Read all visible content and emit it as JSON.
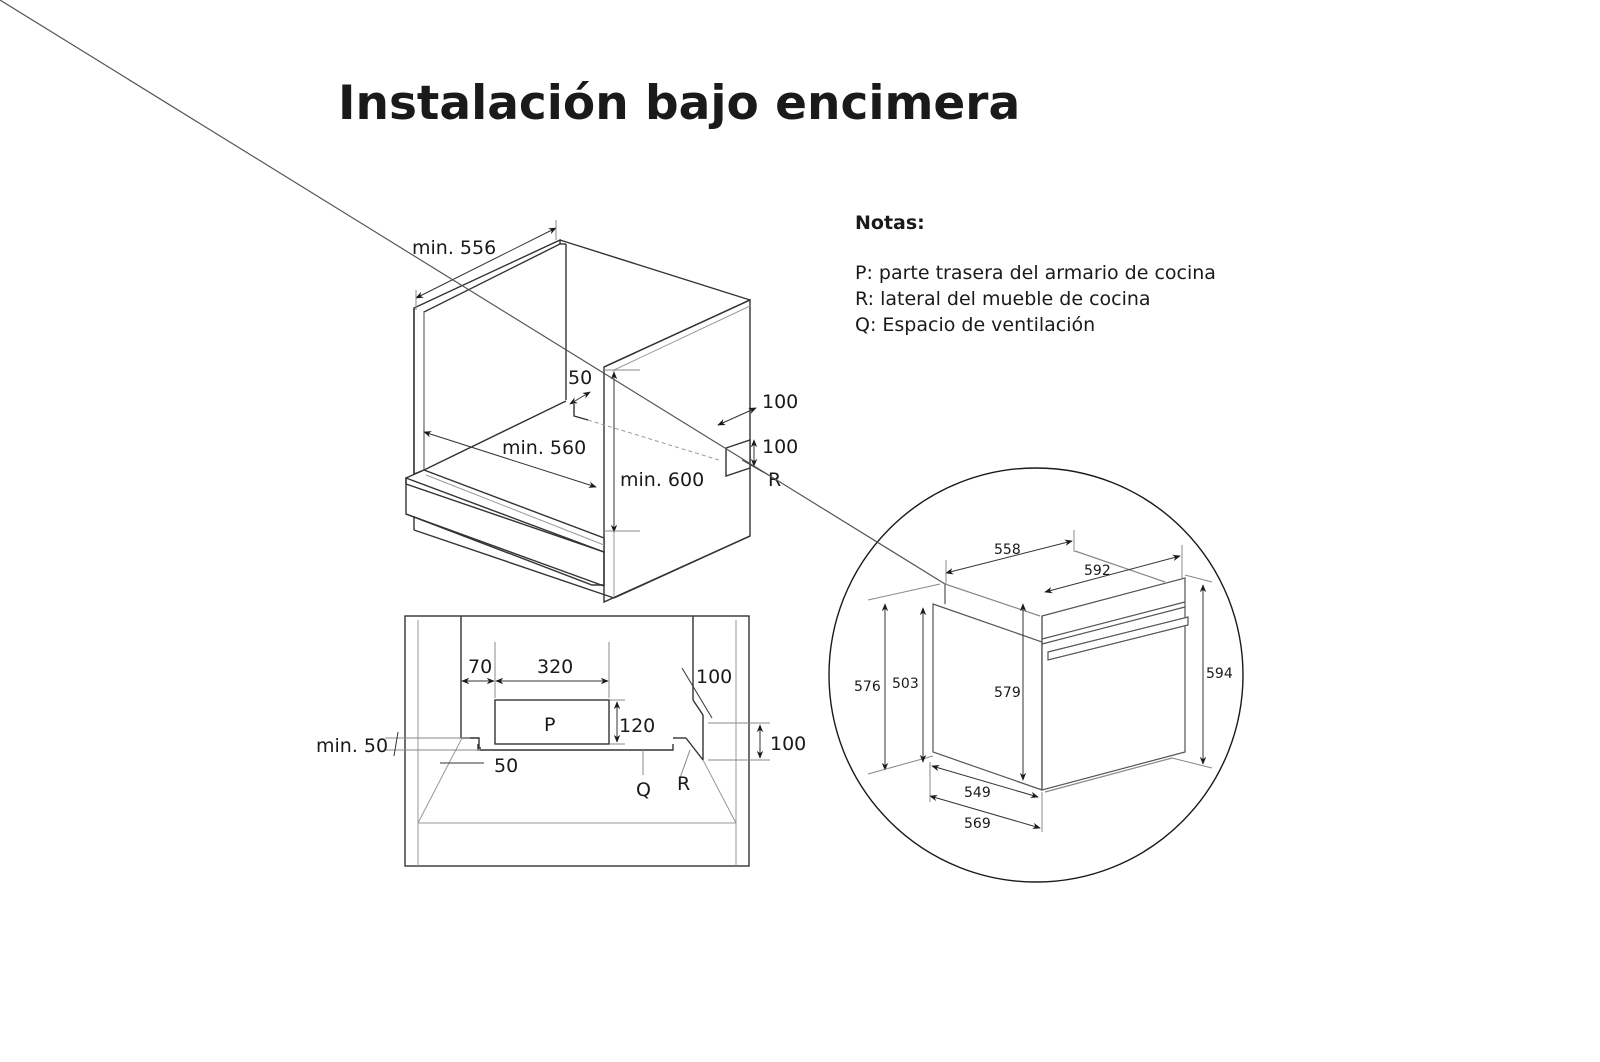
{
  "title": "Instalación bajo encimera",
  "notes": {
    "heading": "Notas:",
    "items": [
      {
        "key": "P:",
        "text": " parte trasera del armario de cocina"
      },
      {
        "key": "R:",
        "text": " lateral del mueble de cocina"
      },
      {
        "key": "Q:",
        "text": " Espacio de ventilación"
      }
    ]
  },
  "cabinet_iso": {
    "dims": {
      "width_top": "min. 556",
      "depth_inner": "min. 560",
      "height": "min. 600",
      "rear_gap": "50",
      "side_cut_width": "100",
      "side_cut_height": "100",
      "side_label": "R"
    }
  },
  "cabinet_top": {
    "dims": {
      "left_offset": "70",
      "p_width": "320",
      "p_height": "120",
      "p_label": "P",
      "side_gap": "min. 50",
      "rear_gap": "50",
      "right_diag": "100",
      "right_height": "100",
      "q_label": "Q",
      "r_label": "R"
    }
  },
  "oven": {
    "dims": {
      "d558": "558",
      "d592": "592",
      "d576": "576",
      "d503": "503",
      "d579": "579",
      "d594": "594",
      "d549": "549",
      "d569": "569"
    }
  },
  "colors": {
    "line": "#333333",
    "thin": "#9a9a9a",
    "text": "#1a1a1a"
  }
}
